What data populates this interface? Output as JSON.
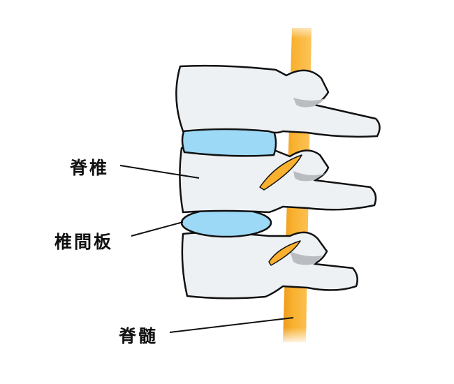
{
  "labels": {
    "vertebra": "脊椎",
    "disc": "椎間板",
    "spinal_cord": "脊髄"
  },
  "colors": {
    "bone": "#eef1f3",
    "bone_shadow": "#b9bdc1",
    "disc": "#9cd9f6",
    "cord": "#f9b12f",
    "cord_dark": "#ee9a1c",
    "outline": "#111111"
  }
}
